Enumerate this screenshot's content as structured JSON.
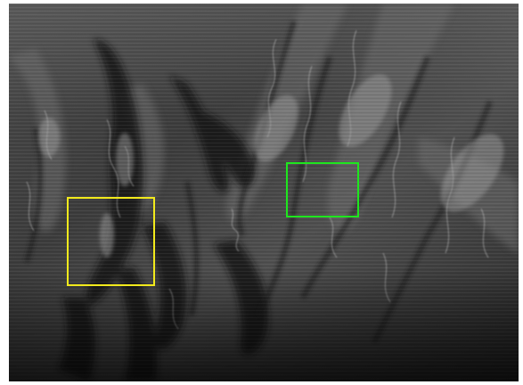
{
  "image": {
    "description_icon": "grayscale-micrograph-image"
  },
  "regions_of_interest": [
    {
      "id": "roi-yellow",
      "color": "#f2ea1c"
    },
    {
      "id": "roi-green",
      "color": "#1ee61e"
    }
  ]
}
